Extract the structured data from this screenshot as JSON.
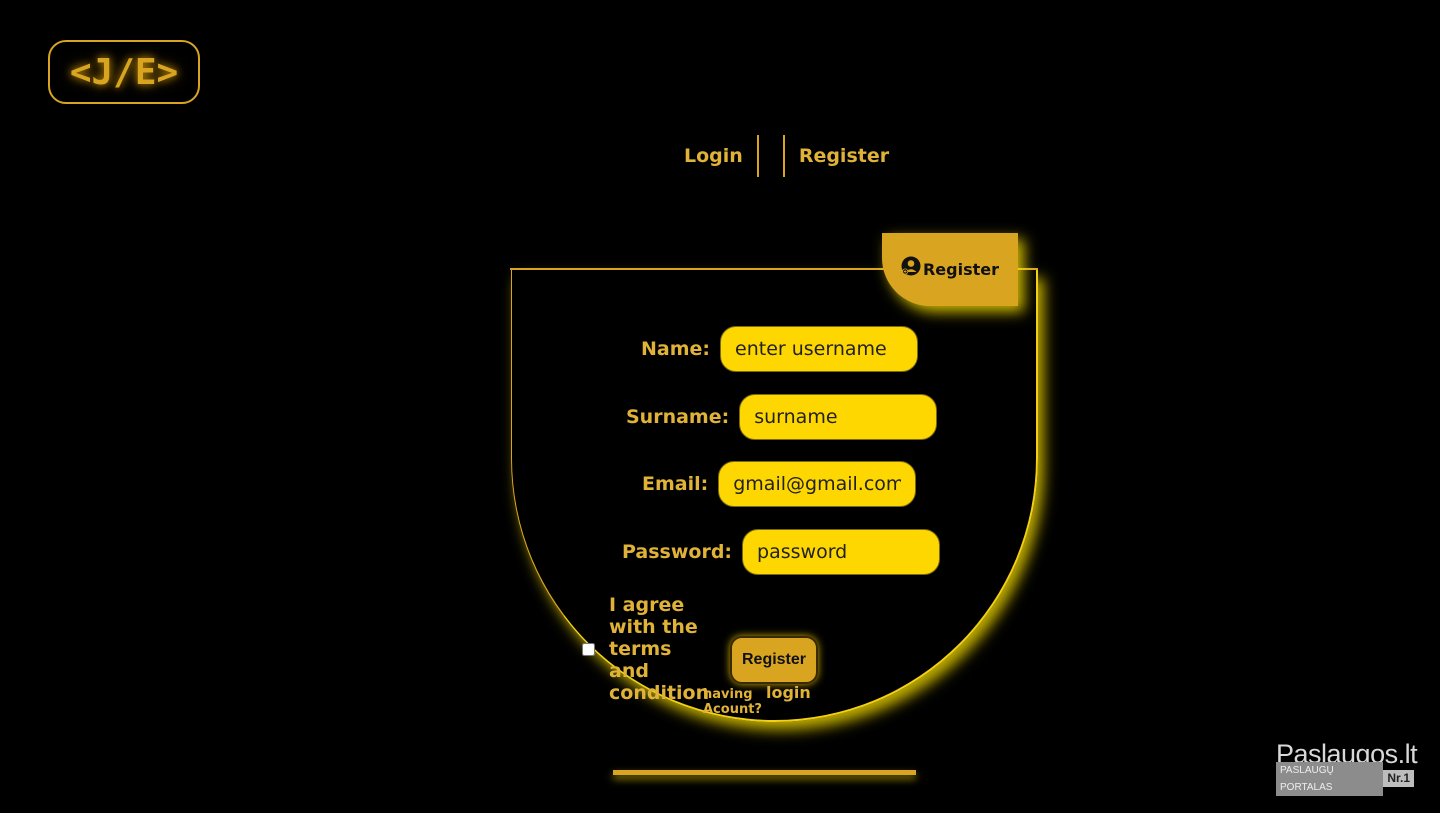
{
  "logo": {
    "text": "<J/E>"
  },
  "nav": {
    "login": "Login",
    "register": "Register"
  },
  "tab": {
    "label": "Register"
  },
  "form": {
    "name_label": "Name:",
    "name_placeholder": "enter username",
    "surname_label": "Surname:",
    "surname_placeholder": "surname",
    "email_label": "Email:",
    "email_placeholder": "gmail@gmail.com",
    "password_label": "Password:",
    "password_placeholder": "password",
    "agree_text": "I agree with the terms and condition",
    "submit_label": "Register",
    "having_text": "having Acount?",
    "login_link": "login"
  },
  "watermark": {
    "title": "Paslaugos.lt",
    "subtitle": "PASLAUGŲ PORTALAS",
    "badge": "Nr.1"
  },
  "colors": {
    "background": "#000000",
    "accent": "#d9a521",
    "input": "#ffd700",
    "glow": "#f3d014"
  },
  "icons": {
    "tab_icon": "user-add-icon"
  }
}
